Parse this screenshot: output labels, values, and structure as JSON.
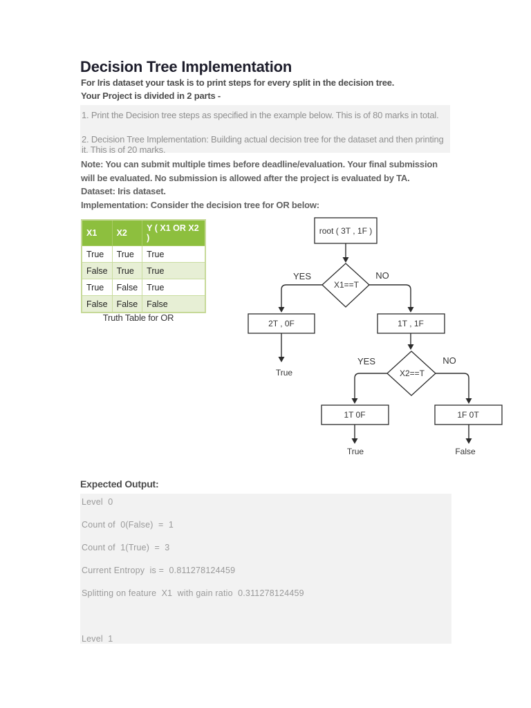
{
  "page": {
    "title": "Decision Tree Implementation"
  },
  "intro": {
    "line1": "For Iris dataset your task is to print steps for every split in the decision tree.",
    "line2": "Your Project is divided in 2 parts -"
  },
  "parts": {
    "item1": "1. Print the Decision tree steps as specified in the example below. This is of 80 marks in total.",
    "item2": "2. Decision Tree Implementation:  Building actual decision tree for the dataset and then printing it. This is of 20 marks."
  },
  "note": {
    "lines": [
      "Note: You can submit multiple times before deadline/evaluation. Your final submission",
      "will be evaluated. No submission is allowed after the project is evaluated by TA.",
      "Dataset: Iris dataset.",
      "Implementation: Consider the decision tree for OR below:"
    ]
  },
  "truth_table": {
    "headers": [
      "X1",
      "X2",
      "Y ( X1 OR X2 )"
    ],
    "rows": [
      [
        "True",
        "True",
        "True"
      ],
      [
        "False",
        "True",
        "True"
      ],
      [
        "True",
        "False",
        "True"
      ],
      [
        "False",
        "False",
        "False"
      ]
    ],
    "caption": "Truth Table for OR"
  },
  "flowchart": {
    "root_label": "root ( 3T , 1F )",
    "decision1_label": "X1==T",
    "decision1_yes": "YES",
    "decision1_no": "NO",
    "node_left1": "2T , 0F",
    "node_right1": "1T , 1F",
    "leaf_left1": "True",
    "decision2_label": "X2==T",
    "decision2_yes": "YES",
    "decision2_no": "NO",
    "node_left2": "1T 0F",
    "node_right2": "1F 0T",
    "leaf_left2": "True",
    "leaf_right2": "False"
  },
  "expected_output": {
    "heading": "Expected Output:",
    "body": "Level  0\n\nCount of  0(False)  =  1\n\nCount of  1(True)  =  3\n\nCurrent Entropy  is =  0.811278124459\n\nSplitting on feature  X1  with gain ratio  0.311278124459\n\n\n\nLevel  1"
  },
  "colors": {
    "table_header_bg": "#8dbf3e",
    "table_alt_row_bg": "#e7efd5",
    "gray_box_bg": "#f2f2f2",
    "title_text": "#1d1d2b",
    "body_text": "#8f8f8f",
    "note_text": "#606060"
  }
}
